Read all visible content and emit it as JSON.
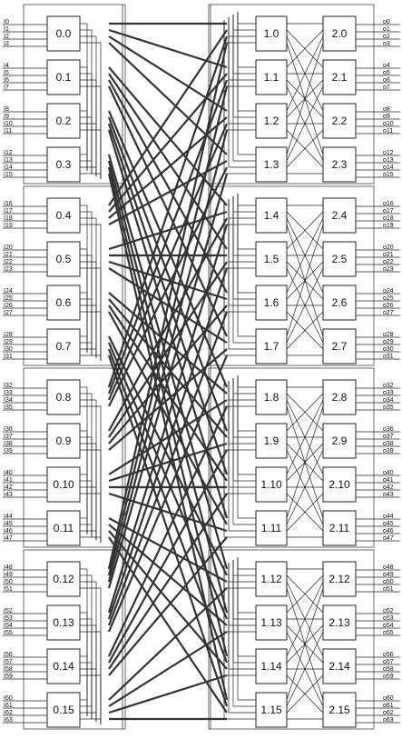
{
  "stage0": [
    "0.0",
    "0.1",
    "0.2",
    "0.3",
    "0.4",
    "0.5",
    "0.6",
    "0.7",
    "0.8",
    "0.9",
    "0.10",
    "0.11",
    "0.12",
    "0.13",
    "0.14",
    "0.15"
  ],
  "stage1": [
    "1.0",
    "1.1",
    "1.2",
    "1.3",
    "1.4",
    "1.5",
    "1.6",
    "1.7",
    "1.8",
    "1.9",
    "1.10",
    "1.11",
    "1.12",
    "1.13",
    "1.14",
    "1.15"
  ],
  "stage2": [
    "2.0",
    "2.1",
    "2.2",
    "2.3",
    "2.4",
    "2.5",
    "2.6",
    "2.7",
    "2.8",
    "2.9",
    "2.10",
    "2.11",
    "2.12",
    "2.13",
    "2.14",
    "2.15"
  ],
  "inputs": [
    "I0",
    "I1",
    "I2",
    "I3",
    "I4",
    "I5",
    "I6",
    "I7",
    "I8",
    "I9",
    "I10",
    "I11",
    "I12",
    "I13",
    "I14",
    "I15",
    "I16",
    "I17",
    "I18",
    "I19",
    "I20",
    "I21",
    "I22",
    "I23",
    "I24",
    "I25",
    "I26",
    "I27",
    "I28",
    "I29",
    "I30",
    "I31",
    "I32",
    "I33",
    "I34",
    "I35",
    "I36",
    "I37",
    "I38",
    "I39",
    "I40",
    "I41",
    "I42",
    "I43",
    "I44",
    "I45",
    "I46",
    "I47",
    "I48",
    "I49",
    "I50",
    "I51",
    "I52",
    "I53",
    "I54",
    "I55",
    "I56",
    "I57",
    "I58",
    "I59",
    "I60",
    "I61",
    "I62",
    "I63"
  ],
  "outputs": [
    "o0",
    "o1",
    "o2",
    "o3",
    "o4",
    "o5",
    "o6",
    "o7",
    "o8",
    "o9",
    "o10",
    "o11",
    "o12",
    "o13",
    "o14",
    "o15",
    "o16",
    "o17",
    "o18",
    "o19",
    "o20",
    "o21",
    "o22",
    "o23",
    "o24",
    "o25",
    "o26",
    "o27",
    "o28",
    "o29",
    "o30",
    "o31",
    "o32",
    "o33",
    "o34",
    "o35",
    "o36",
    "o37",
    "o38",
    "o39",
    "o40",
    "o41",
    "o42",
    "o43",
    "o44",
    "o45",
    "o46",
    "o47",
    "o48",
    "o49",
    "o50",
    "o51",
    "o52",
    "o53",
    "o54",
    "o55",
    "o56",
    "o57",
    "o58",
    "o59",
    "o60",
    "o61",
    "o62",
    "o63"
  ]
}
